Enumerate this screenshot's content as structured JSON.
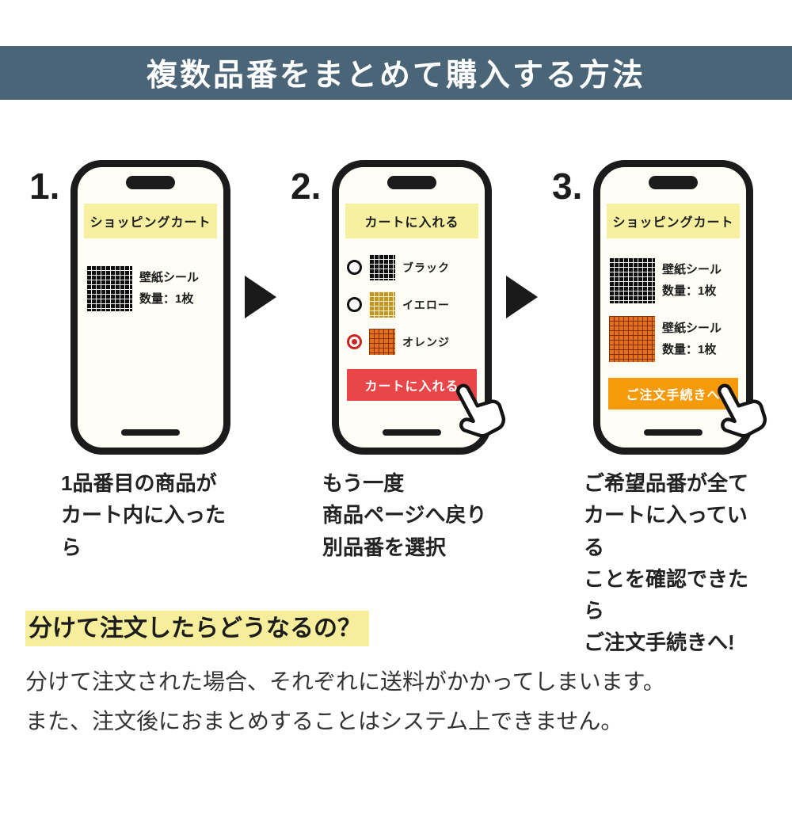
{
  "header": {
    "title": "複数品番をまとめて購入する方法"
  },
  "steps": [
    {
      "number": "1.",
      "phone_header": "ショッピングカート",
      "items": [
        {
          "swatch": "black-grid",
          "line1": "壁紙シール",
          "line2": "数量：1枚"
        }
      ],
      "caption": "1品番目の商品が\nカート内に入ったら"
    },
    {
      "number": "2.",
      "phone_header": "カートに入れる",
      "options": [
        {
          "swatch": "black-grid",
          "label": "ブラック",
          "selected": false
        },
        {
          "swatch": "yellow-grid",
          "label": "イエロー",
          "selected": false
        },
        {
          "swatch": "orange-grid",
          "label": "オレンジ",
          "selected": true
        }
      ],
      "button": "カートに入れる",
      "caption": "もう一度\n商品ページへ戻り\n別品番を選択"
    },
    {
      "number": "3.",
      "phone_header": "ショッピングカート",
      "items": [
        {
          "swatch": "black-grid",
          "line1": "壁紙シール",
          "line2": "数量：1枚"
        },
        {
          "swatch": "orange-grid",
          "line1": "壁紙シール",
          "line2": "数量：1枚"
        }
      ],
      "button": "ご注文手続きへ",
      "caption": "ご希望品番が全て\nカートに入っている\nことを確認できたら\nご注文手続きへ!"
    }
  ],
  "note": {
    "heading": "分けて注文したらどうなるの？",
    "body": "分けて注文された場合、それぞれに送料がかかってしまいます。\nまた、注文後におまとめすることはシステム上できません。"
  },
  "icons": {
    "arrow": "right-triangle-arrow",
    "hand": "hand-click-cursor"
  },
  "colors": {
    "banner_bg": "#4a6578",
    "phone_tab_bg": "#f7f0a0",
    "add_to_cart_button": "#e84649",
    "checkout_button": "#f49a0b",
    "radio_selected": "#cb241d",
    "heading_highlight": "#f6ee9b"
  }
}
